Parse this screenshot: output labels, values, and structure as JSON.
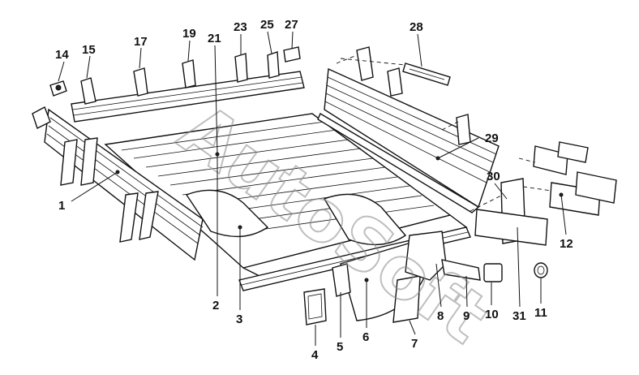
{
  "watermark": "AutoSoft",
  "callouts": [
    {
      "id": "c1",
      "label": "1"
    },
    {
      "id": "c2",
      "label": "2"
    },
    {
      "id": "c3",
      "label": "3"
    },
    {
      "id": "c4",
      "label": "4"
    },
    {
      "id": "c5",
      "label": "5"
    },
    {
      "id": "c6",
      "label": "6"
    },
    {
      "id": "c7",
      "label": "7"
    },
    {
      "id": "c8",
      "label": "8"
    },
    {
      "id": "c9",
      "label": "9"
    },
    {
      "id": "c10",
      "label": "10"
    },
    {
      "id": "c11",
      "label": "11"
    },
    {
      "id": "c12",
      "label": "12"
    },
    {
      "id": "c14",
      "label": "14"
    },
    {
      "id": "c15",
      "label": "15"
    },
    {
      "id": "c17",
      "label": "17"
    },
    {
      "id": "c19",
      "label": "19"
    },
    {
      "id": "c21",
      "label": "21"
    },
    {
      "id": "c23",
      "label": "23"
    },
    {
      "id": "c25",
      "label": "25"
    },
    {
      "id": "c27",
      "label": "27"
    },
    {
      "id": "c28",
      "label": "28"
    },
    {
      "id": "c29",
      "label": "29"
    },
    {
      "id": "c30",
      "label": "30"
    },
    {
      "id": "c31",
      "label": "31"
    }
  ]
}
